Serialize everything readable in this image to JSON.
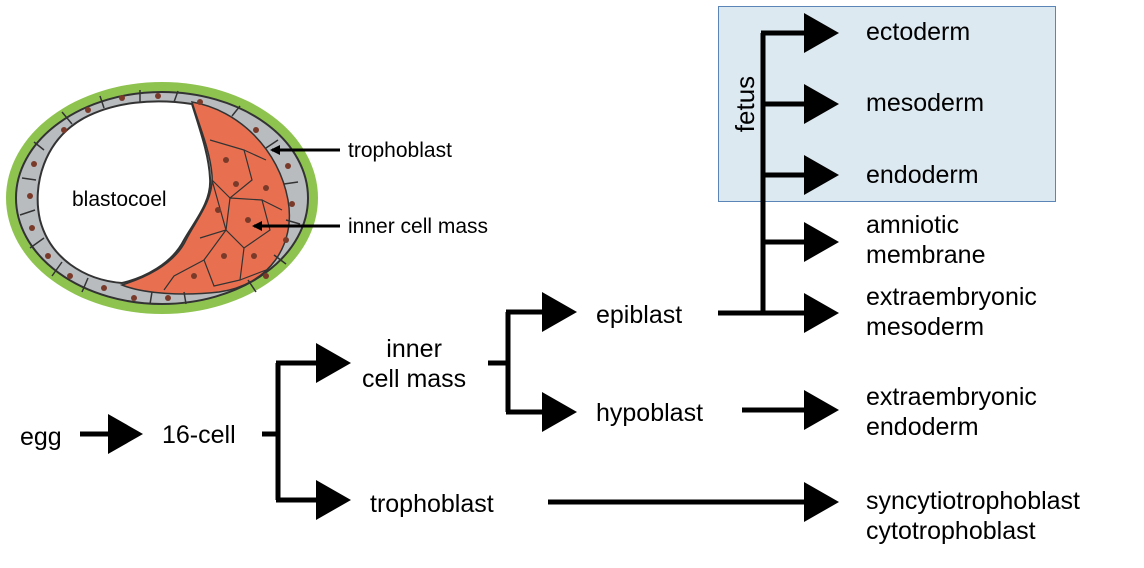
{
  "blastocyst": {
    "cavity_label": "blastocoel",
    "trophoblast_label": "trophoblast",
    "icm_label": "inner cell mass",
    "colors": {
      "zona": "#8fc350",
      "trophoblast_cells": "#b8bcbf",
      "icm_cells": "#e87051",
      "nuclei": "#7a3a2a"
    }
  },
  "lineage": {
    "egg": "egg",
    "cell16": "16-cell",
    "icm": "inner\ncell mass",
    "trophoblast": "trophoblast",
    "epiblast": "epiblast",
    "hypoblast": "hypoblast",
    "fetus": "fetus",
    "ectoderm": "ectoderm",
    "mesoderm": "mesoderm",
    "endoderm": "endoderm",
    "amniotic": "amniotic\nmembrane",
    "extra_meso": "extraembryonic\nmesoderm",
    "extra_endo": "extraembryonic\nendoderm",
    "syncytio": "syncytiotrophoblast\ncytotrophoblast"
  },
  "colors": {
    "fetus_box_fill": "#dde9f1",
    "fetus_box_border": "#5b85b6"
  }
}
